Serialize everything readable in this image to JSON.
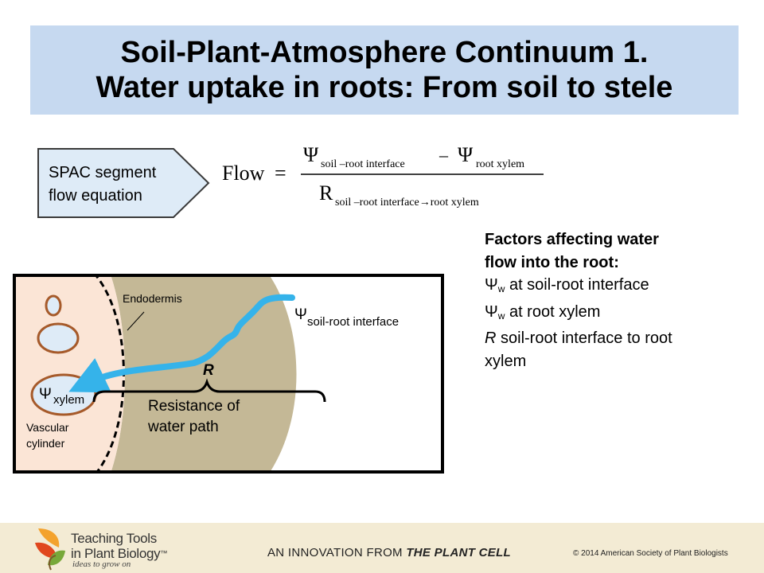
{
  "title": {
    "line1": "Soil-Plant-Atmosphere Continuum 1.",
    "line2": "Water uptake in roots: From soil to stele"
  },
  "segment_label": {
    "line1": "SPAC segment",
    "line2": "flow equation"
  },
  "equation": {
    "lhs": "Flow",
    "equals": "=",
    "psi": "Ψ",
    "num_sub1": "soil –root interface",
    "minus": "–",
    "num_sub2": "root xylem",
    "r": "R",
    "den_sub": "soil –root interface→root xylem"
  },
  "factors": {
    "heading1": "Factors affecting water",
    "heading2": "flow into the root:",
    "item1_symbol": "Ψ",
    "item1_sub": "w",
    "item1_text": " at soil-root interface",
    "item2_symbol": "Ψ",
    "item2_sub": "w",
    "item2_text": " at root xylem",
    "item3_r": "R",
    "item3_text1": " soil-root interface to root",
    "item3_text2": "xylem"
  },
  "diagram": {
    "endodermis": "Endodermis",
    "psi": "Ψ",
    "psi_soil_sub": "soil-root interface",
    "psi_xylem_sub": "xylem",
    "r_label": "R",
    "resistance_line1": "Resistance of",
    "resistance_line2": "water path",
    "vascular_line1": "Vascular",
    "vascular_line2": "cylinder",
    "colors": {
      "vascular": "#fbe5d6",
      "cortex": "#c4b896",
      "vessel_border": "#a65a2a",
      "vessel_fill": "#deebf7",
      "flow": "#35b3ea"
    }
  },
  "footer": {
    "brand_line1": "Teaching Tools",
    "brand_line2": "in Plant Biology",
    "tm": "™",
    "tagline": "ideas to grow on",
    "innovation_prefix": "AN INNOVATION FROM ",
    "innovation_journal": "THE PLANT CELL",
    "copyright": "© 2014 American Society of Plant Biologists"
  }
}
